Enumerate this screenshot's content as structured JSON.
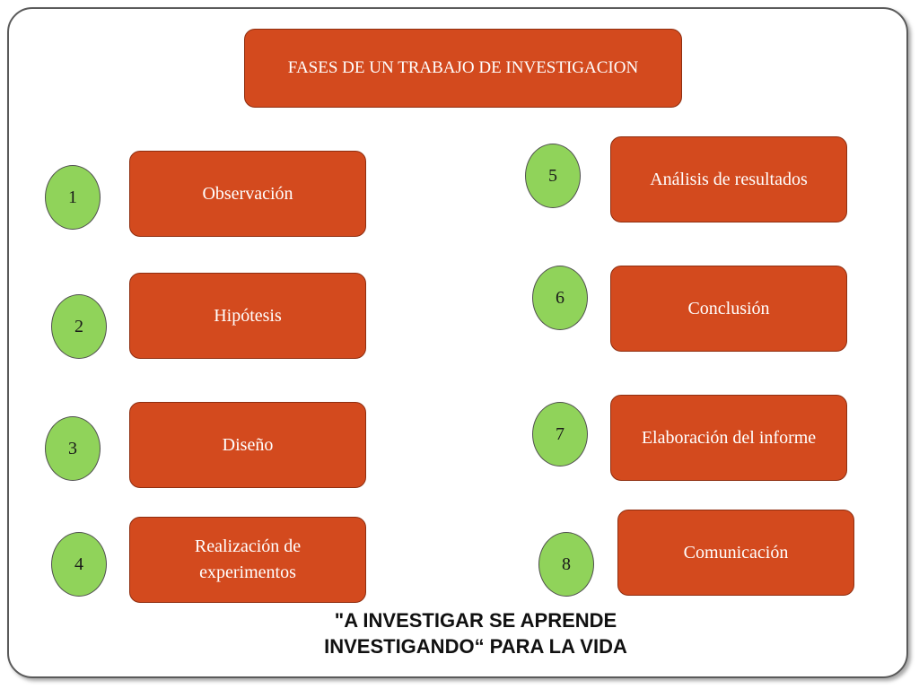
{
  "title": "FASES DE UN TRABAJO DE INVESTIGACION",
  "phases": [
    {
      "number": "1",
      "label": "Observación"
    },
    {
      "number": "2",
      "label": "Hipótesis"
    },
    {
      "number": "3",
      "label": "Diseño"
    },
    {
      "number": "4",
      "label": "Realización de experimentos"
    },
    {
      "number": "5",
      "label": "Análisis de resultados"
    },
    {
      "number": "6",
      "label": "Conclusión"
    },
    {
      "number": "7",
      "label": "Elaboración del informe"
    },
    {
      "number": "8",
      "label": "Comunicación"
    }
  ],
  "motto": {
    "line1": "\"A INVESTIGAR SE APRENDE",
    "line2": "INVESTIGANDO“ PARA LA VIDA"
  },
  "colors": {
    "box": "#d34a1e",
    "circle": "#90d35a",
    "box_text": "#ffffff"
  }
}
